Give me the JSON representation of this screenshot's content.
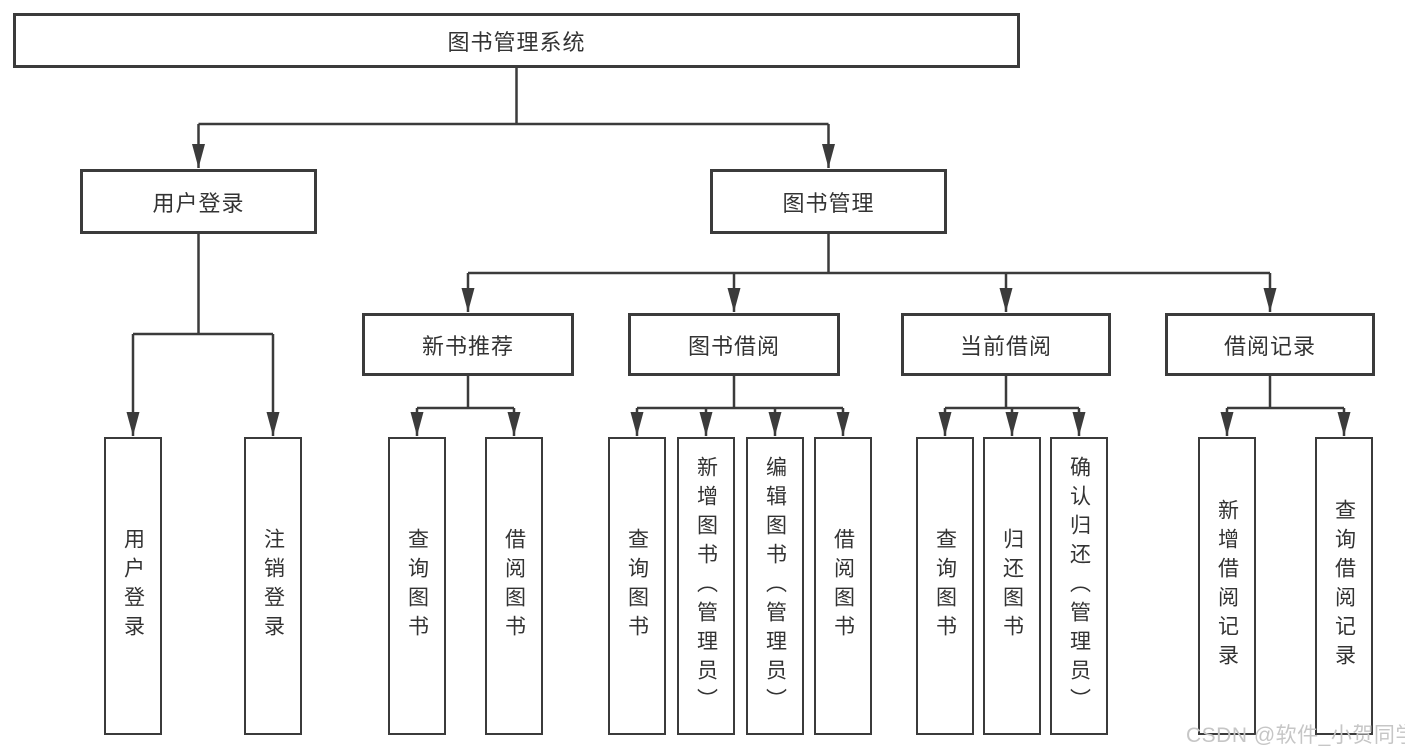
{
  "diagram": {
    "type": "hierarchy-tree",
    "colors": {
      "background": "#ffffff",
      "line": "#3b3b3b",
      "box_border": "#3b3b3b",
      "box_fill": "#ffffff",
      "text": "#333333",
      "watermark": "#c6c6c6"
    }
  },
  "watermark": {
    "text": "CSDN @软件_小贺同学"
  },
  "nodes": {
    "root": {
      "label": "图书管理系统"
    },
    "user_login": {
      "label": "用户登录"
    },
    "book_mgmt": {
      "label": "图书管理"
    },
    "new_book": {
      "label": "新书推荐"
    },
    "book_borrow": {
      "label": "图书借阅"
    },
    "current_borrow": {
      "label": "当前借阅"
    },
    "borrow_record": {
      "label": "借阅记录"
    },
    "ul_login": {
      "label": "用户登录"
    },
    "ul_logout": {
      "label": "注销登录"
    },
    "nb_query": {
      "label": "查询图书"
    },
    "nb_borrow": {
      "label": "借阅图书"
    },
    "bb_query": {
      "label": "查询图书"
    },
    "bb_add": {
      "label": "新增图书（管理员）"
    },
    "bb_edit": {
      "label": "编辑图书（管理员）"
    },
    "bb_borrow": {
      "label": "借阅图书"
    },
    "cb_query": {
      "label": "查询图书"
    },
    "cb_return": {
      "label": "归还图书"
    },
    "cb_confirm": {
      "label": "确认归还（管理员）"
    },
    "br_add": {
      "label": "新增借阅记录"
    },
    "br_query": {
      "label": "查询借阅记录"
    }
  },
  "edges": [
    {
      "from": "root",
      "to": "user_login"
    },
    {
      "from": "root",
      "to": "book_mgmt"
    },
    {
      "from": "user_login",
      "to": "ul_login"
    },
    {
      "from": "user_login",
      "to": "ul_logout"
    },
    {
      "from": "book_mgmt",
      "to": "new_book"
    },
    {
      "from": "book_mgmt",
      "to": "book_borrow"
    },
    {
      "from": "book_mgmt",
      "to": "current_borrow"
    },
    {
      "from": "book_mgmt",
      "to": "borrow_record"
    },
    {
      "from": "new_book",
      "to": "nb_query"
    },
    {
      "from": "new_book",
      "to": "nb_borrow"
    },
    {
      "from": "book_borrow",
      "to": "bb_query"
    },
    {
      "from": "book_borrow",
      "to": "bb_add"
    },
    {
      "from": "book_borrow",
      "to": "bb_edit"
    },
    {
      "from": "book_borrow",
      "to": "bb_borrow"
    },
    {
      "from": "current_borrow",
      "to": "cb_query"
    },
    {
      "from": "current_borrow",
      "to": "cb_return"
    },
    {
      "from": "current_borrow",
      "to": "cb_confirm"
    },
    {
      "from": "borrow_record",
      "to": "br_add"
    },
    {
      "from": "borrow_record",
      "to": "br_query"
    }
  ]
}
